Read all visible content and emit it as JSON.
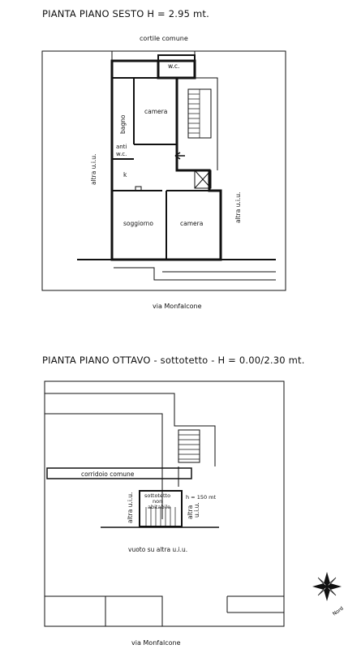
{
  "plan6": {
    "title": "PIANTA PIANO  SESTO  H = 2.95 mt.",
    "courtyard": "cortile comune",
    "wc_top": "w.c.",
    "room_camera_top": "camera",
    "room_bagno": "bagno",
    "antiwc": "anti\nw.c.",
    "kitchen": "k",
    "room_soggiorno": "soggiorno",
    "room_camera_bottom": "camera",
    "altra_left": "altra u.i.u.",
    "altra_right": "altra u.i.u.",
    "street": "via  Monfalcone"
  },
  "plan8": {
    "title": "PIANTA PIANO OTTAVO - sottotetto -  H = 0.00/2.30 mt.",
    "corridoio": "corridoio  comune",
    "sottotetto": "sottotetto\nnon\nabitabile",
    "h_note": "h = 150 mt",
    "altra_left": "altra u.i.u.",
    "altra_right": "altra\nu.i.u.",
    "vuoto": "vuoto su altra u.i.u.",
    "street": "via  Monfalcone"
  },
  "compass_label": "Nord"
}
